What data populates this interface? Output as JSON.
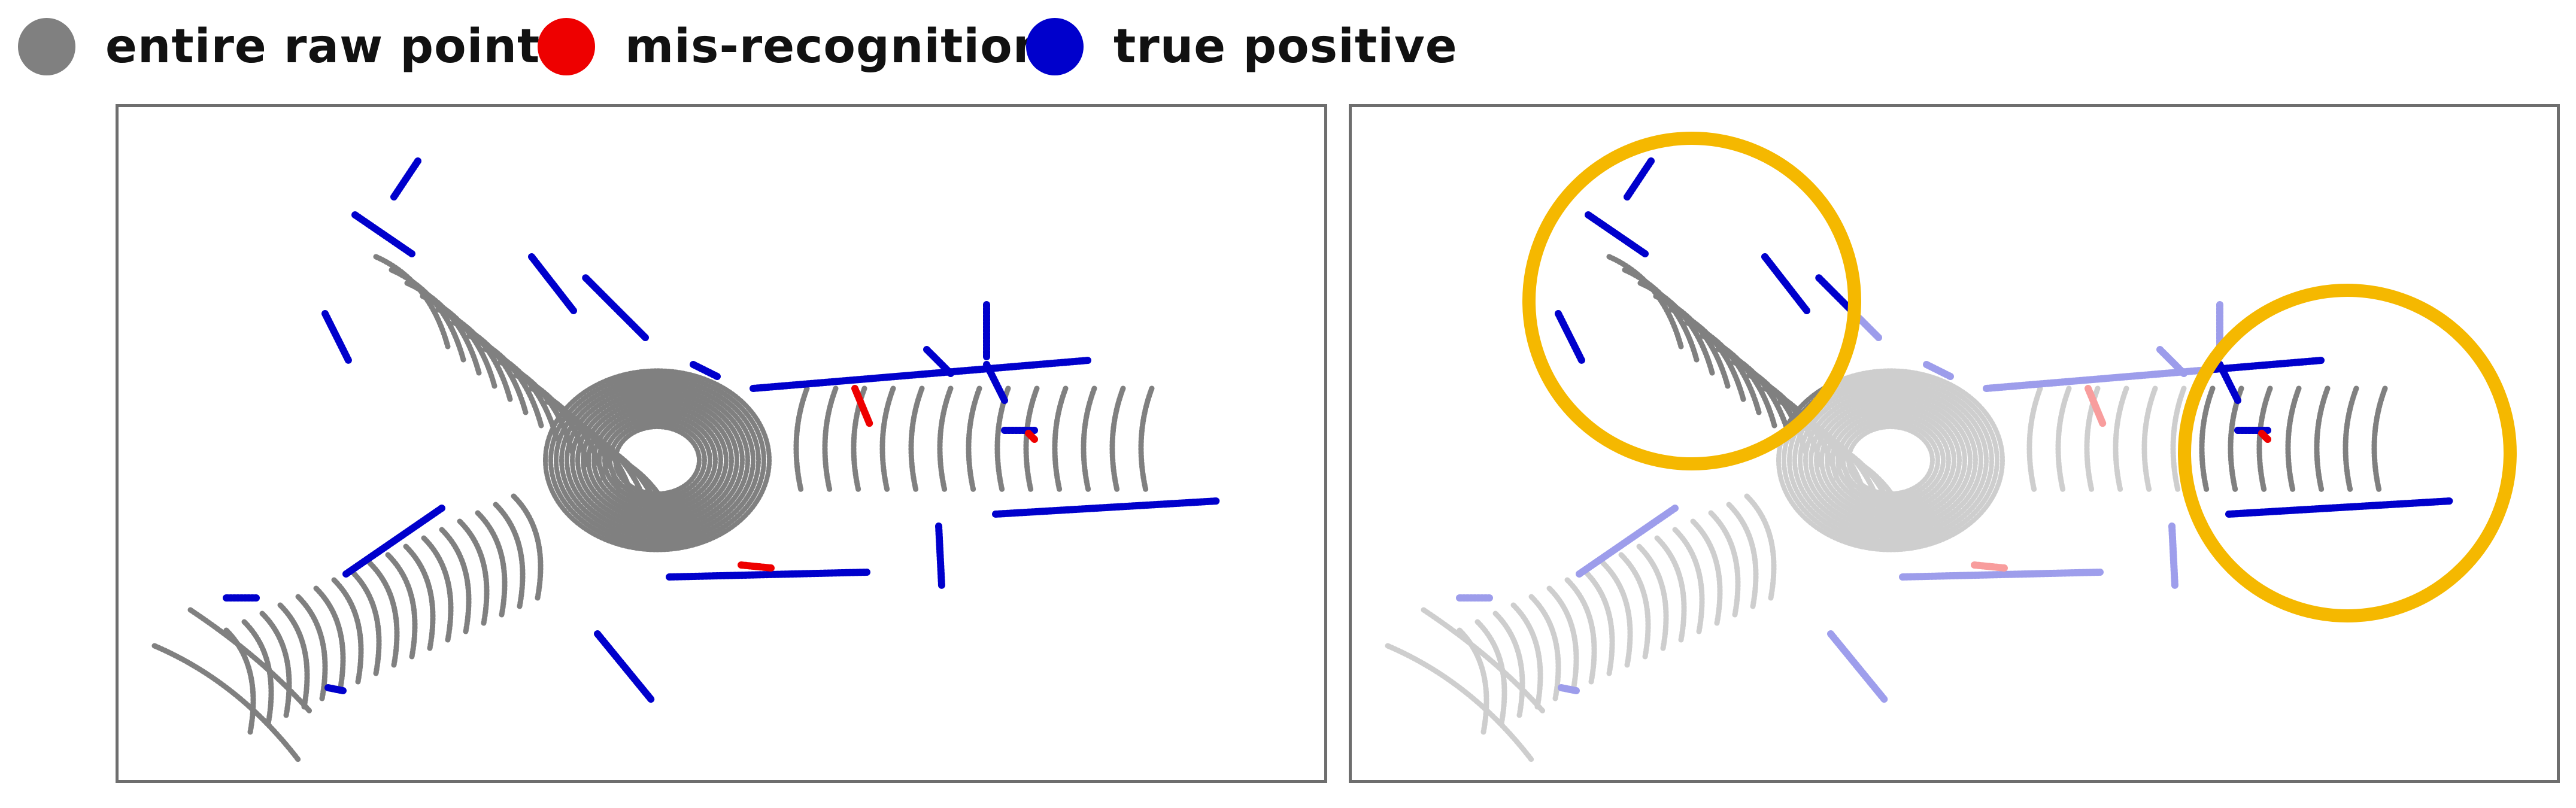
{
  "legend": {
    "items": [
      {
        "label": "entire raw points",
        "color": "#808080"
      },
      {
        "label": "mis-recognition",
        "color": "#ee0000"
      },
      {
        "label": "true positive",
        "color": "#0000cc"
      }
    ]
  },
  "panels": [
    {
      "id": "panel-left",
      "view": "full point cloud"
    },
    {
      "id": "panel-right",
      "view": "highlighted regions",
      "highlight_color": "#f5b800"
    }
  ],
  "colors": {
    "raw": "#808080",
    "mis": "#ee0000",
    "tp": "#0000cc",
    "highlight": "#f5b800",
    "frame": "#6e6e6e"
  }
}
